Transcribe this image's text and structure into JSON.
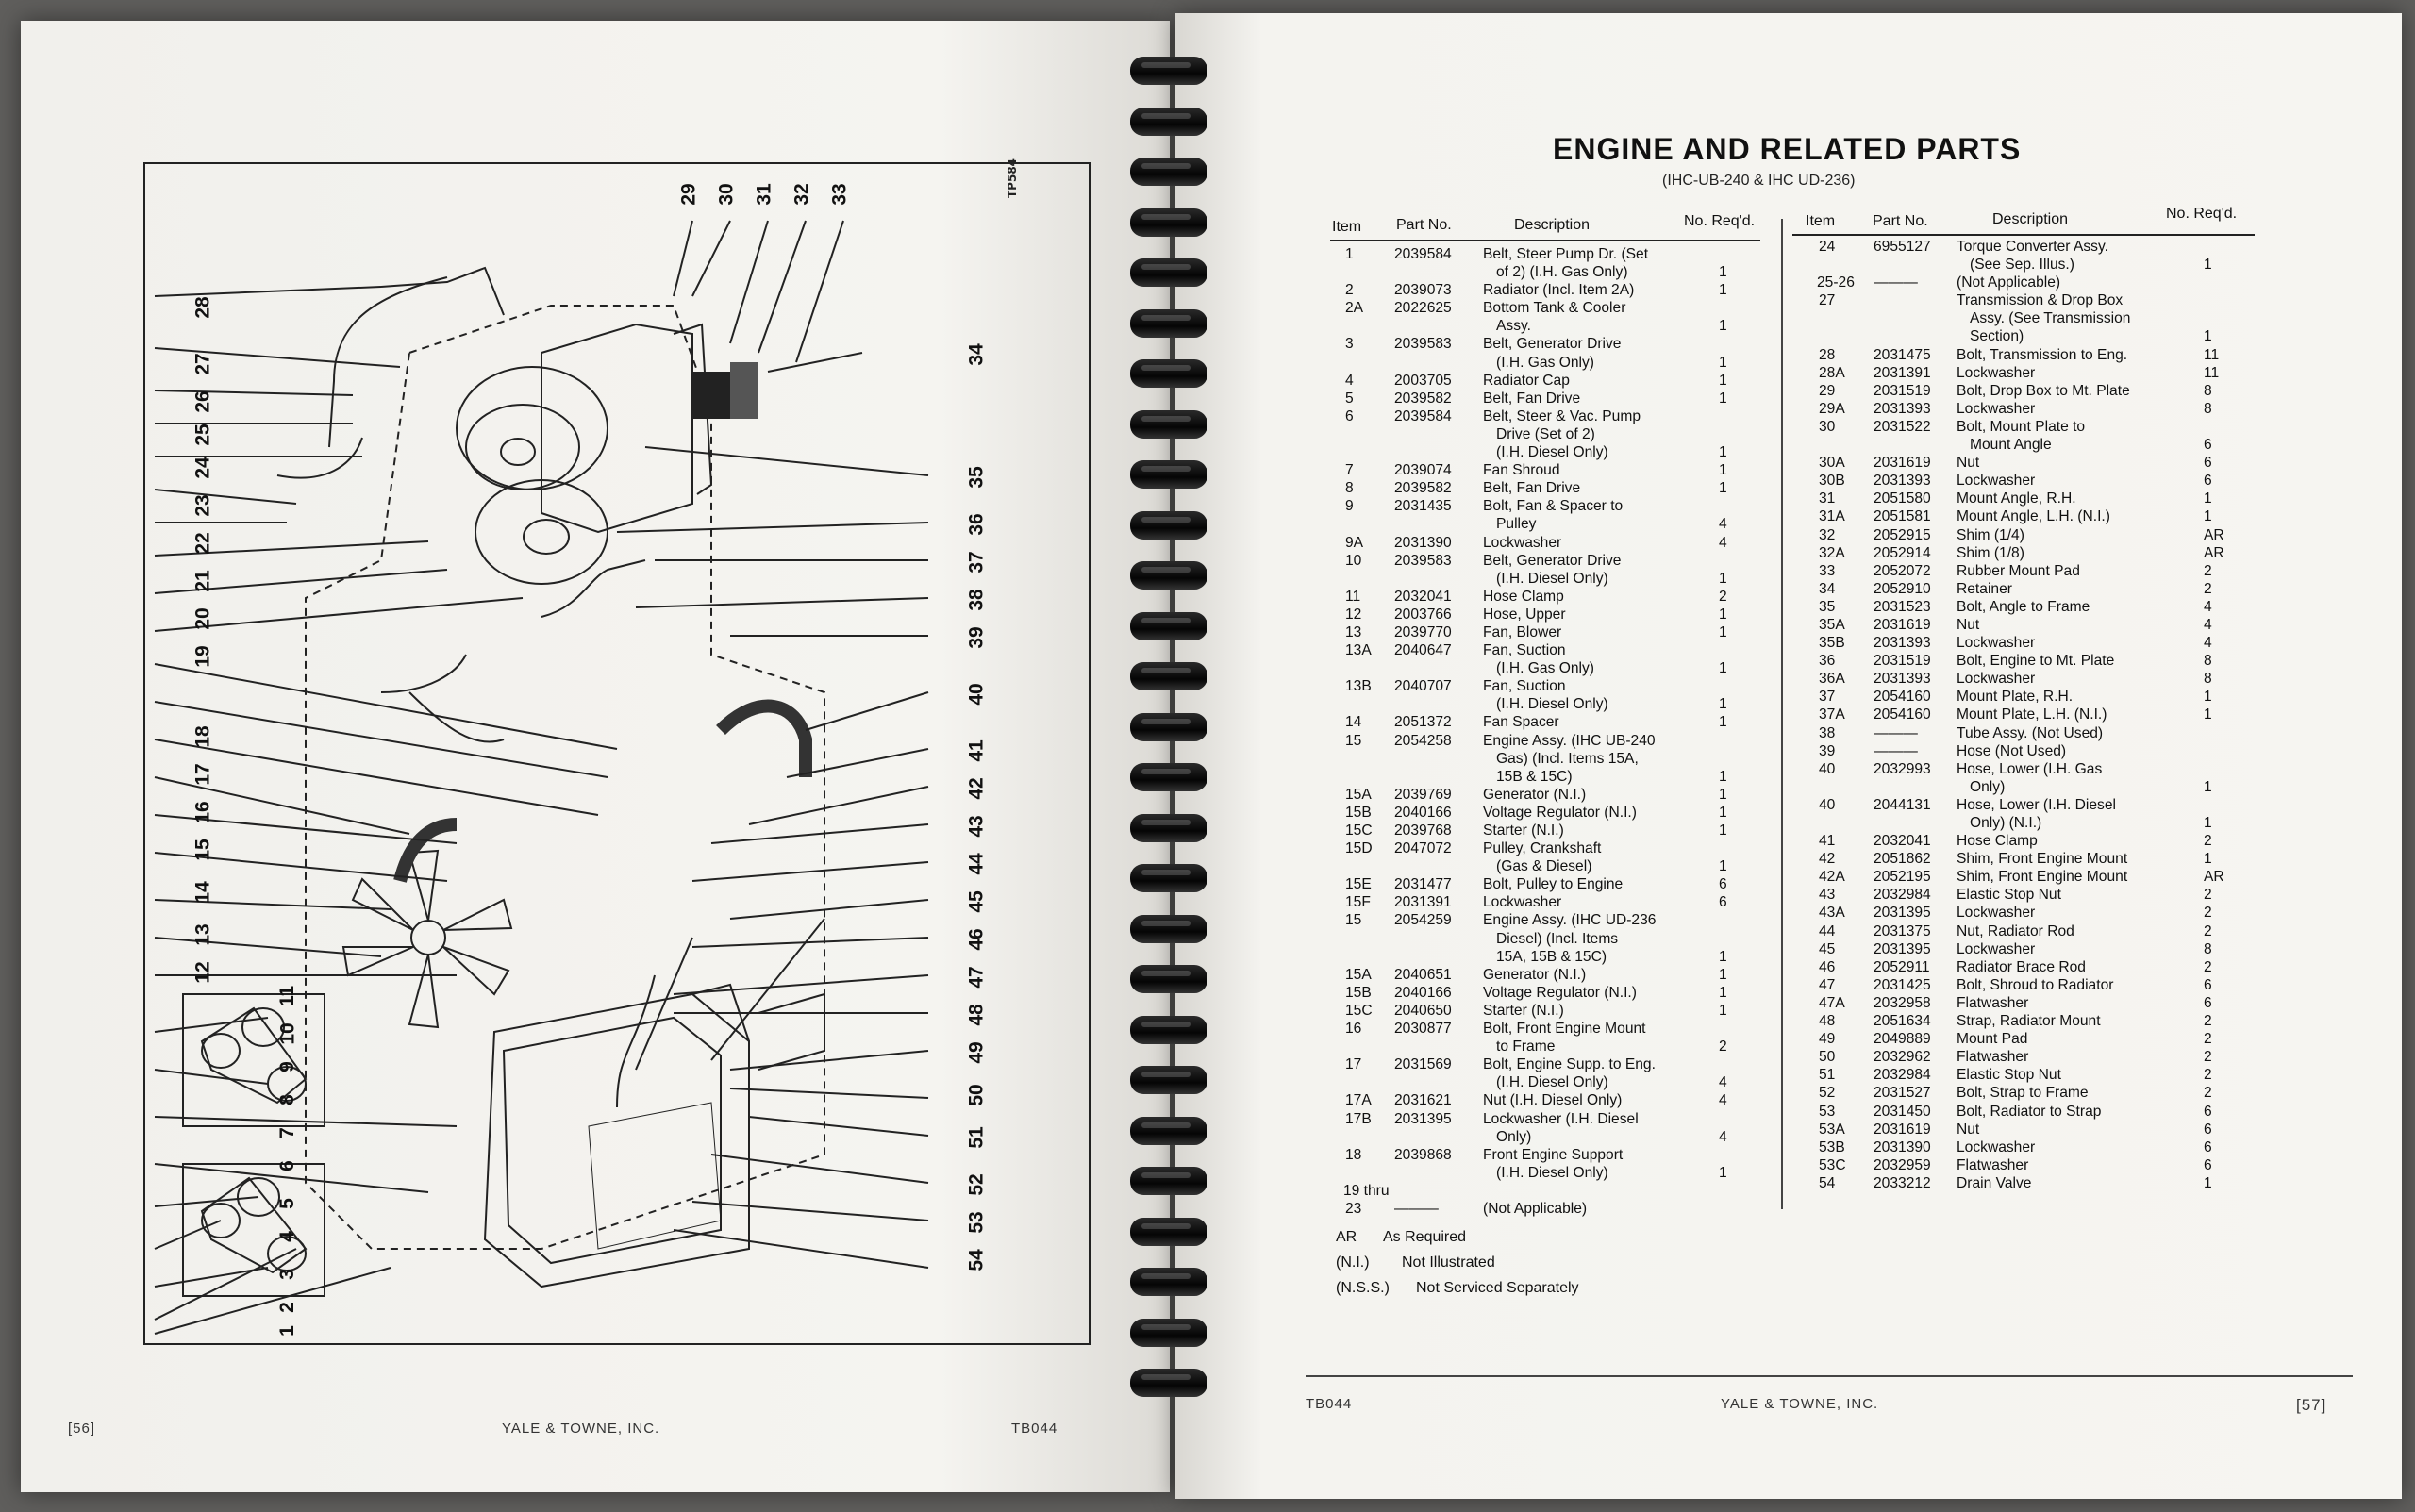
{
  "left_page": {
    "rotated_id": "TP584",
    "callouts_top": [
      "29",
      "30",
      "31",
      "32",
      "33"
    ],
    "callouts_right": [
      "34",
      "35",
      "36",
      "37",
      "38",
      "39",
      "40",
      "41",
      "42",
      "43",
      "44",
      "45",
      "46",
      "47",
      "48",
      "49",
      "50",
      "51",
      "52",
      "53",
      "54"
    ],
    "callouts_left": [
      "28",
      "27",
      "26",
      "25",
      "24",
      "23",
      "22",
      "21",
      "20",
      "19",
      "18",
      "17",
      "16",
      "15",
      "14",
      "13",
      "12",
      "11",
      "10",
      "9",
      "8",
      "7",
      "6",
      "5",
      "4",
      "3",
      "2",
      "1"
    ],
    "footer": {
      "page_number": "[56]",
      "company": "YALE & TOWNE, INC.",
      "code": "TB044"
    }
  },
  "right_page": {
    "title": "ENGINE AND RELATED PARTS",
    "subtitle": "(IHC-UB-240 & IHC UD-236)",
    "columns": {
      "item": "Item",
      "part_no": "Part No.",
      "description": "Description",
      "qty": "No. Req'd."
    },
    "left_rows": [
      [
        "1",
        "2039584",
        "Belt, Steer Pump Dr. (Set",
        ""
      ],
      [
        "",
        "",
        "of 2) (I.H. Gas Only)",
        "1"
      ],
      [
        "2",
        "2039073",
        "Radiator (Incl. Item 2A)",
        "1"
      ],
      [
        "2A",
        "2022625",
        "Bottom Tank & Cooler",
        ""
      ],
      [
        "",
        "",
        "Assy.",
        "1"
      ],
      [
        "3",
        "2039583",
        "Belt, Generator Drive",
        ""
      ],
      [
        "",
        "",
        "(I.H. Gas Only)",
        "1"
      ],
      [
        "4",
        "2003705",
        "Radiator Cap",
        "1"
      ],
      [
        "5",
        "2039582",
        "Belt, Fan Drive",
        "1"
      ],
      [
        "6",
        "2039584",
        "Belt, Steer & Vac. Pump",
        ""
      ],
      [
        "",
        "",
        "Drive (Set of 2)",
        ""
      ],
      [
        "",
        "",
        "(I.H. Diesel Only)",
        "1"
      ],
      [
        "7",
        "2039074",
        "Fan Shroud",
        "1"
      ],
      [
        "8",
        "2039582",
        "Belt, Fan Drive",
        "1"
      ],
      [
        "9",
        "2031435",
        "Bolt, Fan & Spacer to",
        ""
      ],
      [
        "",
        "",
        "Pulley",
        "4"
      ],
      [
        "9A",
        "2031390",
        "Lockwasher",
        "4"
      ],
      [
        "10",
        "2039583",
        "Belt, Generator Drive",
        ""
      ],
      [
        "",
        "",
        "(I.H. Diesel Only)",
        "1"
      ],
      [
        "11",
        "2032041",
        "Hose Clamp",
        "2"
      ],
      [
        "12",
        "2003766",
        "Hose, Upper",
        "1"
      ],
      [
        "13",
        "2039770",
        "Fan, Blower",
        "1"
      ],
      [
        "13A",
        "2040647",
        "Fan, Suction",
        ""
      ],
      [
        "",
        "",
        "(I.H. Gas Only)",
        "1"
      ],
      [
        "13B",
        "2040707",
        "Fan, Suction",
        ""
      ],
      [
        "",
        "",
        "(I.H. Diesel Only)",
        "1"
      ],
      [
        "14",
        "2051372",
        "Fan Spacer",
        "1"
      ],
      [
        "15",
        "2054258",
        "Engine Assy. (IHC UB-240",
        ""
      ],
      [
        "",
        "",
        "Gas) (Incl. Items 15A,",
        ""
      ],
      [
        "",
        "",
        "15B & 15C)",
        "1"
      ],
      [
        "15A",
        "2039769",
        "Generator (N.I.)",
        "1"
      ],
      [
        "15B",
        "2040166",
        "Voltage Regulator (N.I.)",
        "1"
      ],
      [
        "15C",
        "2039768",
        "Starter (N.I.)",
        "1"
      ],
      [
        "15D",
        "2047072",
        "Pulley, Crankshaft",
        ""
      ],
      [
        "",
        "",
        "(Gas & Diesel)",
        "1"
      ],
      [
        "15E",
        "2031477",
        "Bolt, Pulley to Engine",
        "6"
      ],
      [
        "15F",
        "2031391",
        "Lockwasher",
        "6"
      ],
      [
        "15",
        "2054259",
        "Engine Assy. (IHC UD-236",
        ""
      ],
      [
        "",
        "",
        "Diesel) (Incl. Items",
        ""
      ],
      [
        "",
        "",
        "15A, 15B & 15C)",
        "1"
      ],
      [
        "15A",
        "2040651",
        "Generator (N.I.)",
        "1"
      ],
      [
        "15B",
        "2040166",
        "Voltage Regulator (N.I.)",
        "1"
      ],
      [
        "15C",
        "2040650",
        "Starter (N.I.)",
        "1"
      ],
      [
        "16",
        "2030877",
        "Bolt, Front Engine Mount",
        ""
      ],
      [
        "",
        "",
        "to Frame",
        "2"
      ],
      [
        "17",
        "2031569",
        "Bolt, Engine Supp. to Eng.",
        ""
      ],
      [
        "",
        "",
        "(I.H. Diesel Only)",
        "4"
      ],
      [
        "17A",
        "2031621",
        "Nut (I.H. Diesel Only)",
        "4"
      ],
      [
        "17B",
        "2031395",
        "Lockwasher (I.H. Diesel",
        ""
      ],
      [
        "",
        "",
        "Only)",
        "4"
      ],
      [
        "18",
        "2039868",
        "Front Engine Support",
        ""
      ],
      [
        "",
        "",
        "(I.H. Diesel Only)",
        "1"
      ],
      [
        "19 thru",
        "",
        "",
        ""
      ],
      [
        "23",
        "———",
        "(Not Applicable)",
        ""
      ]
    ],
    "right_rows": [
      [
        "24",
        "6955127",
        "Torque Converter Assy.",
        ""
      ],
      [
        "",
        "",
        "(See Sep. Illus.)",
        "1"
      ],
      [
        "25-26",
        "———",
        "(Not Applicable)",
        ""
      ],
      [
        "27",
        "",
        "Transmission & Drop Box",
        ""
      ],
      [
        "",
        "",
        "Assy. (See Transmission",
        ""
      ],
      [
        "",
        "",
        "Section)",
        "1"
      ],
      [
        "28",
        "2031475",
        "Bolt, Transmission to Eng.",
        "11"
      ],
      [
        "28A",
        "2031391",
        "Lockwasher",
        "11"
      ],
      [
        "29",
        "2031519",
        "Bolt, Drop Box to Mt. Plate",
        "8"
      ],
      [
        "29A",
        "2031393",
        "Lockwasher",
        "8"
      ],
      [
        "30",
        "2031522",
        "Bolt, Mount Plate to",
        ""
      ],
      [
        "",
        "",
        "Mount Angle",
        "6"
      ],
      [
        "30A",
        "2031619",
        "Nut",
        "6"
      ],
      [
        "30B",
        "2031393",
        "Lockwasher",
        "6"
      ],
      [
        "31",
        "2051580",
        "Mount Angle, R.H.",
        "1"
      ],
      [
        "31A",
        "2051581",
        "Mount Angle, L.H. (N.I.)",
        "1"
      ],
      [
        "32",
        "2052915",
        "Shim (1/4)",
        "AR"
      ],
      [
        "32A",
        "2052914",
        "Shim (1/8)",
        "AR"
      ],
      [
        "33",
        "2052072",
        "Rubber Mount Pad",
        "2"
      ],
      [
        "34",
        "2052910",
        "Retainer",
        "2"
      ],
      [
        "35",
        "2031523",
        "Bolt, Angle to Frame",
        "4"
      ],
      [
        "35A",
        "2031619",
        "Nut",
        "4"
      ],
      [
        "35B",
        "2031393",
        "Lockwasher",
        "4"
      ],
      [
        "36",
        "2031519",
        "Bolt, Engine to Mt. Plate",
        "8"
      ],
      [
        "36A",
        "2031393",
        "Lockwasher",
        "8"
      ],
      [
        "37",
        "2054160",
        "Mount Plate, R.H.",
        "1"
      ],
      [
        "37A",
        "2054160",
        "Mount Plate, L.H. (N.I.)",
        "1"
      ],
      [
        "38",
        "———",
        "Tube Assy. (Not Used)",
        ""
      ],
      [
        "39",
        "———",
        "Hose (Not Used)",
        ""
      ],
      [
        "40",
        "2032993",
        "Hose, Lower (I.H. Gas",
        ""
      ],
      [
        "",
        "",
        "Only)",
        "1"
      ],
      [
        "40",
        "2044131",
        "Hose, Lower (I.H. Diesel",
        ""
      ],
      [
        "",
        "",
        "Only) (N.I.)",
        "1"
      ],
      [
        "41",
        "2032041",
        "Hose Clamp",
        "2"
      ],
      [
        "42",
        "2051862",
        "Shim, Front Engine Mount",
        "1"
      ],
      [
        "42A",
        "2052195",
        "Shim, Front Engine Mount",
        "AR"
      ],
      [
        "43",
        "2032984",
        "Elastic Stop Nut",
        "2"
      ],
      [
        "43A",
        "2031395",
        "Lockwasher",
        "2"
      ],
      [
        "44",
        "2031375",
        "Nut, Radiator Rod",
        "2"
      ],
      [
        "45",
        "2031395",
        "Lockwasher",
        "8"
      ],
      [
        "46",
        "2052911",
        "Radiator Brace Rod",
        "2"
      ],
      [
        "47",
        "2031425",
        "Bolt, Shroud to Radiator",
        "6"
      ],
      [
        "47A",
        "2032958",
        "Flatwasher",
        "6"
      ],
      [
        "48",
        "2051634",
        "Strap, Radiator Mount",
        "2"
      ],
      [
        "49",
        "2049889",
        "Mount Pad",
        "2"
      ],
      [
        "50",
        "2032962",
        "Flatwasher",
        "2"
      ],
      [
        "51",
        "2032984",
        "Elastic Stop Nut",
        "2"
      ],
      [
        "52",
        "2031527",
        "Bolt, Strap to Frame",
        "2"
      ],
      [
        "53",
        "2031450",
        "Bolt, Radiator to Strap",
        "6"
      ],
      [
        "53A",
        "2031619",
        "Nut",
        "6"
      ],
      [
        "53B",
        "2031390",
        "Lockwasher",
        "6"
      ],
      [
        "53C",
        "2032959",
        "Flatwasher",
        "6"
      ],
      [
        "54",
        "2033212",
        "Drain Valve",
        "1"
      ]
    ],
    "legend": [
      {
        "abbr": "AR",
        "meaning": "As Required"
      },
      {
        "abbr": "(N.I.)",
        "meaning": "Not Illustrated"
      },
      {
        "abbr": "(N.S.S.)",
        "meaning": "Not Serviced Separately"
      }
    ],
    "footer": {
      "code": "TB044",
      "company": "YALE & TOWNE, INC.",
      "page_number": "[57]"
    }
  }
}
